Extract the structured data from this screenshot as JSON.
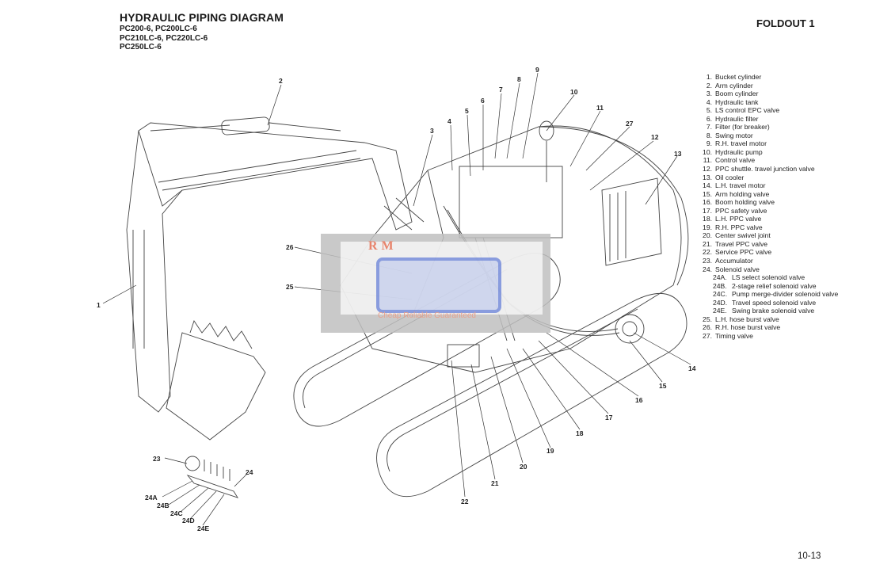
{
  "header": {
    "title": "HYDRAULIC PIPING DIAGRAM",
    "models": [
      "PC200-6, PC200LC-6",
      "PC210LC-6, PC220LC-6",
      "PC250LC-6"
    ],
    "foldout": "FOLDOUT 1"
  },
  "footer": {
    "page_number": "10-13"
  },
  "watermark": {
    "logo_text": "RM",
    "tagline": "Cheap Reliable Guaranteed"
  },
  "legend": [
    {
      "num": "1.",
      "label": "Bucket cylinder"
    },
    {
      "num": "2.",
      "label": "Arm cylinder"
    },
    {
      "num": "3.",
      "label": "Boom cylinder"
    },
    {
      "num": "4.",
      "label": "Hydraulic tank"
    },
    {
      "num": "5.",
      "label": "LS control EPC valve"
    },
    {
      "num": "6.",
      "label": "Hydraulic filter"
    },
    {
      "num": "7.",
      "label": "Filter (for breaker)"
    },
    {
      "num": "8.",
      "label": "Swing motor"
    },
    {
      "num": "9.",
      "label": "R.H. travel motor"
    },
    {
      "num": "10.",
      "label": "Hydraulic pump"
    },
    {
      "num": "11.",
      "label": "Control valve"
    },
    {
      "num": "12.",
      "label": "PPC shuttle. travel junction valve"
    },
    {
      "num": "13.",
      "label": "Oil cooler"
    },
    {
      "num": "14.",
      "label": "L.H. travel motor"
    },
    {
      "num": "15.",
      "label": "Arm holding valve"
    },
    {
      "num": "16.",
      "label": "Boom holding valve"
    },
    {
      "num": "17.",
      "label": "PPC safety valve"
    },
    {
      "num": "18.",
      "label": "L.H. PPC valve"
    },
    {
      "num": "19.",
      "label": "R.H. PPC valve"
    },
    {
      "num": "20.",
      "label": "Center swivel joint"
    },
    {
      "num": "21.",
      "label": "Travel PPC valve"
    },
    {
      "num": "22.",
      "label": "Service PPC valve"
    },
    {
      "num": "23.",
      "label": "Accumulator"
    },
    {
      "num": "24.",
      "label": "Solenoid valve"
    }
  ],
  "legend_sub": [
    {
      "num": "24A.",
      "label": "LS select solenoid valve"
    },
    {
      "num": "24B.",
      "label": "2-stage relief solenoid valve"
    },
    {
      "num": "24C.",
      "label": "Pump merge-divider solenoid valve"
    },
    {
      "num": "24D.",
      "label": "Travel speed solenoid valve"
    },
    {
      "num": "24E.",
      "label": "Swing brake solenoid valve"
    }
  ],
  "legend_tail": [
    {
      "num": "25.",
      "label": "L.H. hose burst valve"
    },
    {
      "num": "26.",
      "label": "R.H. hose burst valve"
    },
    {
      "num": "27.",
      "label": "Timing valve"
    }
  ],
  "callouts": {
    "c1": "1",
    "c2": "2",
    "c3": "3",
    "c4": "4",
    "c5": "5",
    "c6": "6",
    "c7": "7",
    "c8": "8",
    "c9": "9",
    "c10": "10",
    "c11": "11",
    "c12": "12",
    "c13": "13",
    "c14": "14",
    "c15": "15",
    "c16": "16",
    "c17": "17",
    "c18": "18",
    "c19": "19",
    "c20": "20",
    "c21": "21",
    "c22": "22",
    "c23": "23",
    "c24": "24",
    "c24A": "24A",
    "c24B": "24B",
    "c24C": "24C",
    "c24D": "24D",
    "c24E": "24E",
    "c25": "25",
    "c26": "26",
    "c27": "27"
  }
}
